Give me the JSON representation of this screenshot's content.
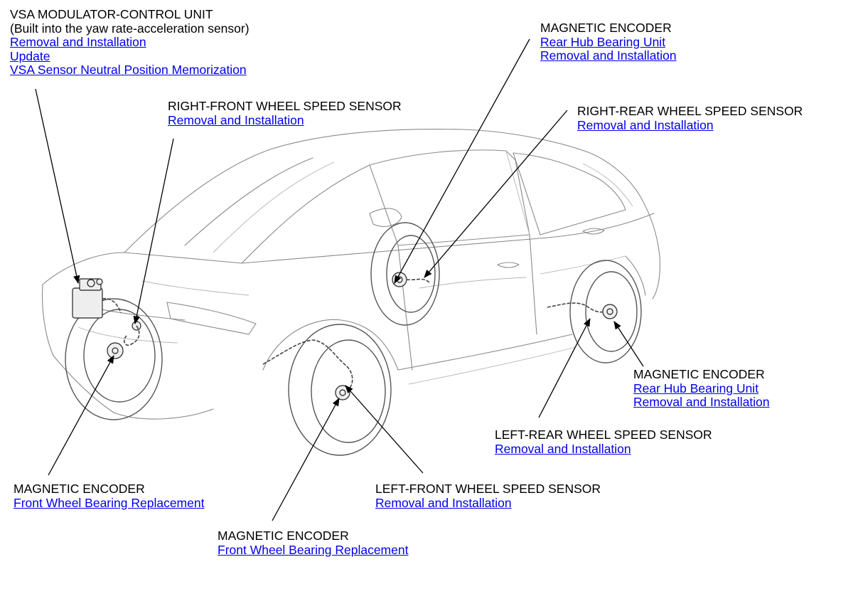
{
  "callouts": {
    "vsa_unit": {
      "title": "VSA MODULATOR-CONTROL UNIT",
      "subtitle": "(Built into the yaw rate-acceleration sensor)",
      "links": [
        "Removal and Installation",
        "Update",
        "VSA Sensor Neutral Position Memorization"
      ]
    },
    "right_front_sensor": {
      "title": "RIGHT-FRONT WHEEL SPEED SENSOR",
      "links": [
        "Removal and Installation"
      ]
    },
    "magnetic_encoder_rear_top": {
      "title": "MAGNETIC ENCODER",
      "links": [
        "Rear Hub Bearing Unit ",
        "Removal and Installation"
      ]
    },
    "right_rear_sensor": {
      "title": "RIGHT-REAR WHEEL SPEED SENSOR",
      "links": [
        "Removal and Installation"
      ]
    },
    "magnetic_encoder_rear_right": {
      "title": "MAGNETIC ENCODER",
      "links": [
        "Rear Hub Bearing Unit ",
        "Removal and Installation"
      ]
    },
    "left_rear_sensor": {
      "title": "LEFT-REAR WHEEL SPEED SENSOR",
      "links": [
        "Removal and Installation"
      ]
    },
    "magnetic_encoder_front_left": {
      "title": "MAGNETIC ENCODER",
      "links": [
        "Front Wheel Bearing Replacement"
      ]
    },
    "left_front_sensor": {
      "title": "LEFT-FRONT WHEEL SPEED SENSOR",
      "links": [
        "Removal and Installation"
      ]
    },
    "magnetic_encoder_front_bottom": {
      "title": "MAGNETIC ENCODER",
      "links": [
        "Front Wheel Bearing Replacement"
      ]
    }
  }
}
